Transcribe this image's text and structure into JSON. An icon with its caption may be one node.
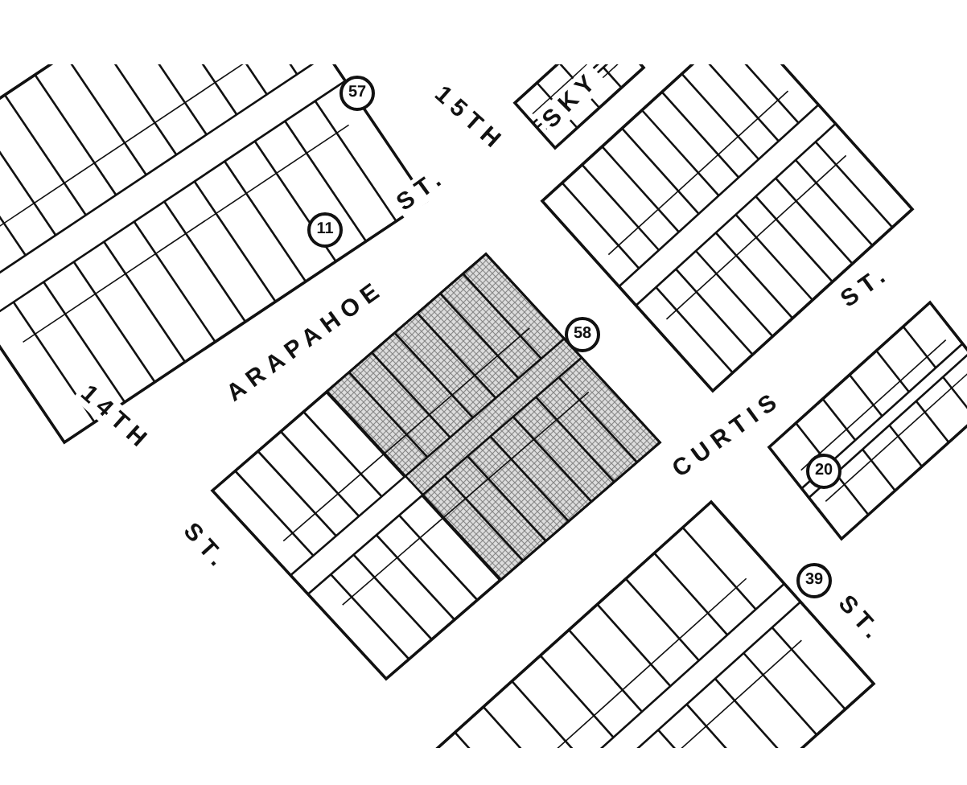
{
  "diagram": {
    "labels": [
      "15TH",
      "SKY",
      "ARAPAHOE",
      "ST.",
      "14TH",
      "ST.",
      "CURTIS",
      "ST.",
      "ST.",
      "57",
      "11",
      "58",
      "20",
      "39"
    ]
  }
}
